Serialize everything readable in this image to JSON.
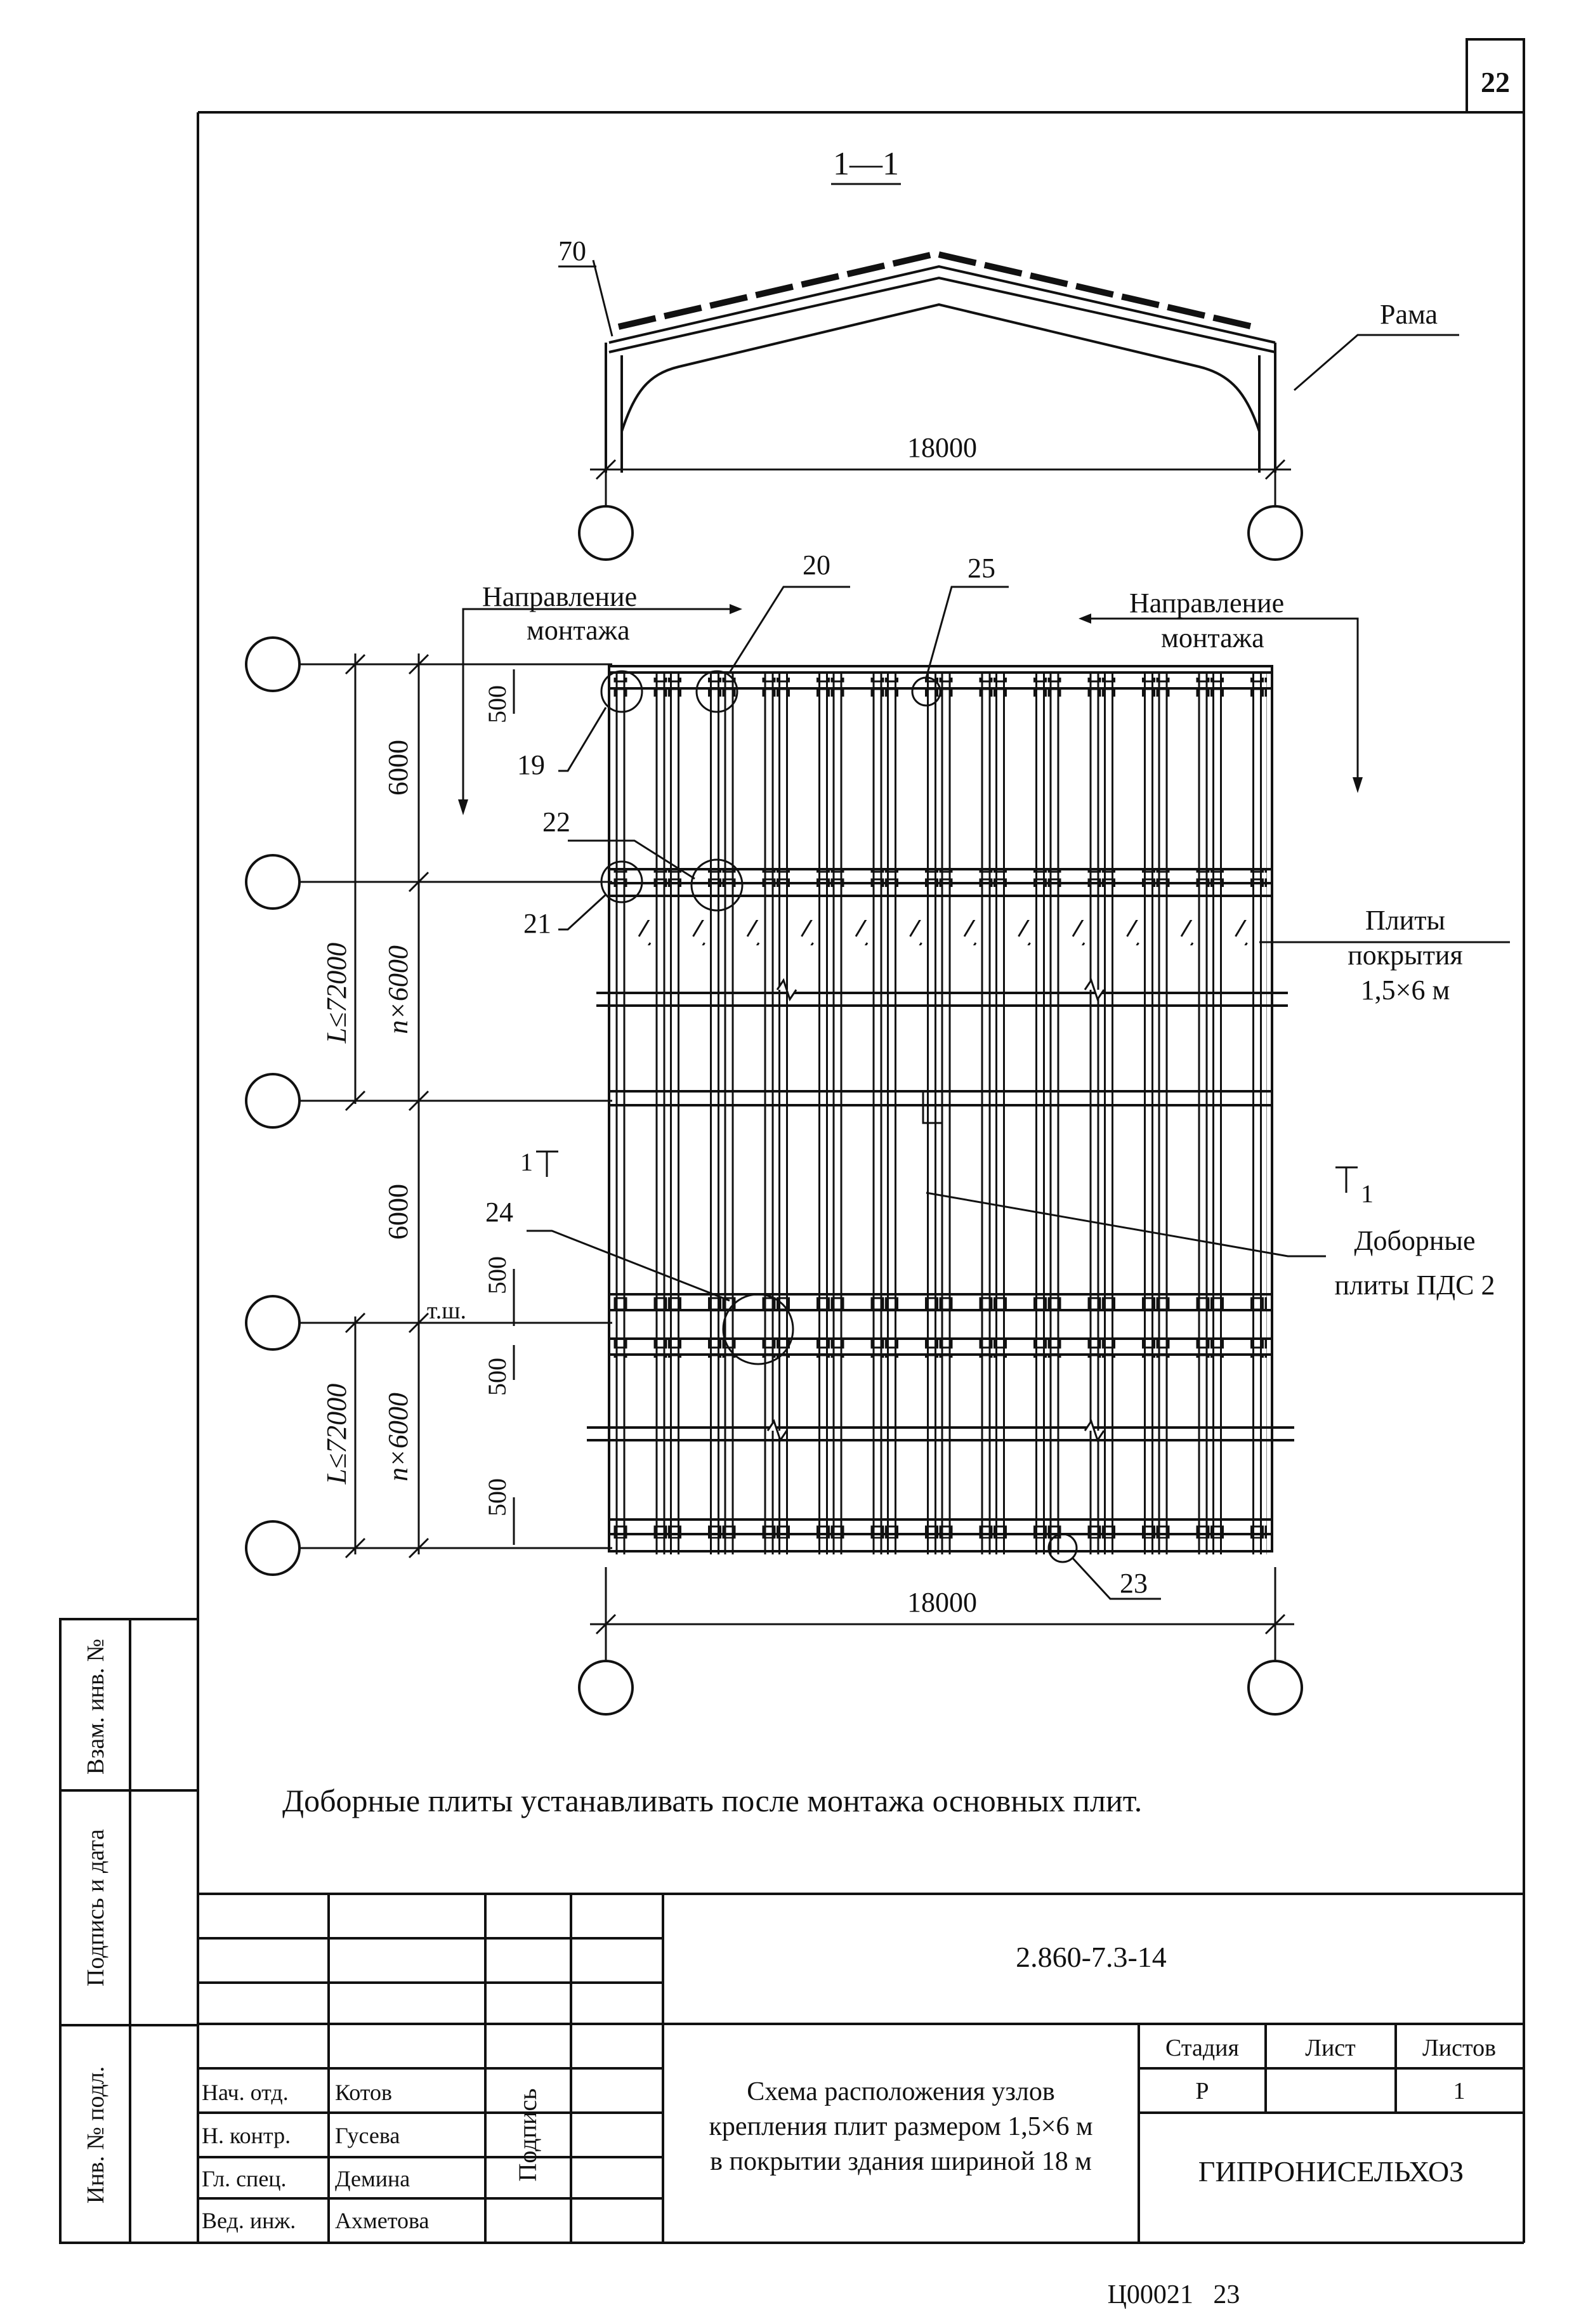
{
  "sheet_number": "22",
  "section_title": "1—1",
  "labels": {
    "slab_offset": "70",
    "frame": "Рама",
    "span_top": "18000",
    "span_bottom": "18000",
    "direction_left_1": "Направление",
    "direction_left_2": "монтажа",
    "direction_right_1": "Направление",
    "direction_right_2": "монтажа",
    "plates_1": "Плиты",
    "plates_2": "покрытия",
    "plates_3": "1,5×6 м",
    "extra_1": "Доборные",
    "extra_2": "плиты ПДС 2",
    "cut_left": "1",
    "cut_right": "1",
    "expansion_joint": "т.ш."
  },
  "node_numbers": [
    "20",
    "25",
    "19",
    "22",
    "21",
    "24",
    "23"
  ],
  "dimensions": {
    "d6000_a": "6000",
    "d6000_b": "6000",
    "n6000_a": "n×6000",
    "n6000_b": "n×6000",
    "l72000_a": "L≤72000",
    "l72000_b": "L≤72000",
    "d500_a": "500",
    "d500_b": "500",
    "d500_c": "500",
    "d500_d": "500"
  },
  "note": "Доборные плиты устанавливать после монтажа основных плит.",
  "side_stamp": {
    "vzam": "Взам. инв. №",
    "podpis_data": "Подпись и дата",
    "inv_podl": "Инв. № подл."
  },
  "title_block": {
    "document_code": "2.860-7.3-14",
    "podpis": "Подпись",
    "roles": [
      {
        "role": "Нач. отд.",
        "name": "Котов"
      },
      {
        "role": "Н. контр.",
        "name": "Гусева"
      },
      {
        "role": "Гл. спец.",
        "name": "Демина"
      },
      {
        "role": "Вед. инж.",
        "name": "Ахметова"
      }
    ],
    "title_1": "Схема расположения узлов",
    "title_2": "крепления плит размером 1,5×6 м",
    "title_3": "в покрытии здания шириной 18 м",
    "stage_header": "Стадия",
    "sheet_header": "Лист",
    "sheets_header": "Листов",
    "stage": "Р",
    "sheet": "",
    "sheets": "1",
    "organization": "ГИПРОНИСЕЛЬХОЗ"
  },
  "footer": "Ц00021   23"
}
